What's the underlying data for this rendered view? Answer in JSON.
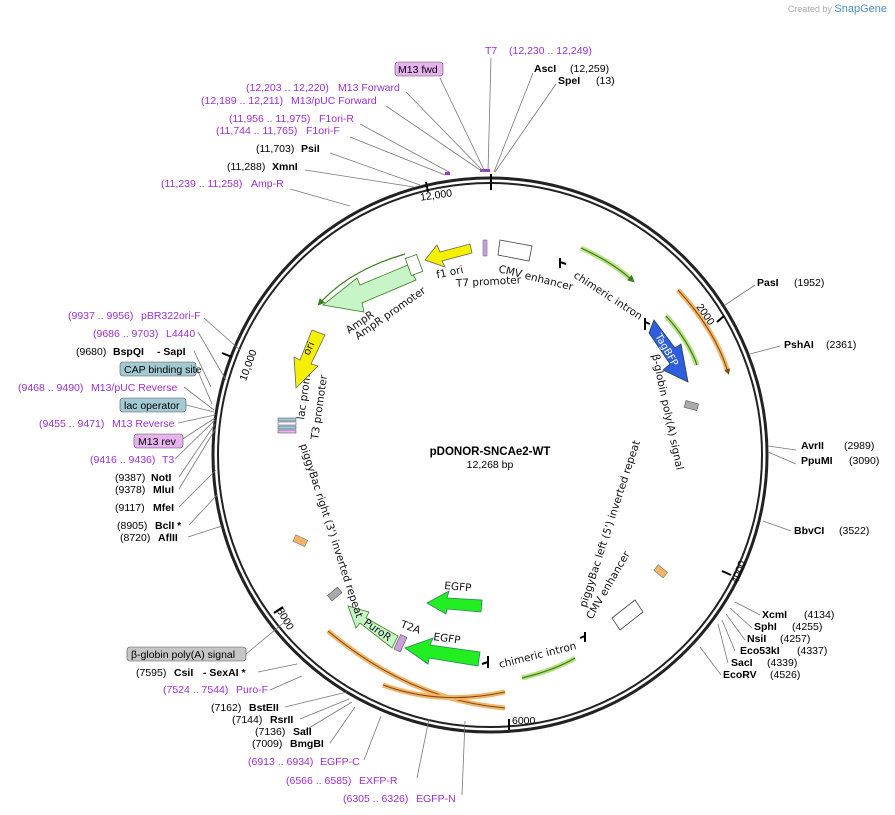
{
  "logo": {
    "created_by": "Created by",
    "brand": "SnapGene"
  },
  "plasmid": {
    "name": "pDONOR-SNCAe2-WT",
    "size": "12,268 bp"
  },
  "ticks": [
    "2000",
    "4000",
    "6000",
    "8000",
    "10,000",
    "12,000"
  ],
  "features": {
    "f1_ori": "f1 ori",
    "cmv_enhancer_top": "CMV enhancer",
    "t7_promoter": "T7 promoter",
    "chimeric_intron_top": "chimeric intron",
    "tagbfp": "TagBFP",
    "bglobin_polya": "β-globin poly(A) signal",
    "ampr": "AmpR",
    "ampr_promoter": "AmpR promoter",
    "ori": "ori",
    "lac_promoter": "lac promoter",
    "t3_promoter": "T3 promoter",
    "pb_right": "piggyBac right (3') inverted repeat",
    "pb_left": "piggyBac left (5') inverted repeat",
    "cmv_enhancer_bottom": "CMV enhancer",
    "egfp_outer": "EGFP",
    "egfp_inner": "EGFP",
    "t2a": "T2A",
    "puror": "PuroR",
    "chimeric_intron_bottom": "chimeric intron"
  },
  "sites": {
    "t7": {
      "name": "T7",
      "pos": "(12,230 .. 12,249)"
    },
    "m13fwd": {
      "name": "M13 fwd"
    },
    "m13forward": {
      "pos": "(12,203 .. 12,220)",
      "name": "M13 Forward"
    },
    "m13puc_fwd": {
      "pos": "(12,189 .. 12,211)",
      "name": "M13/pUC Forward"
    },
    "f1ori_r": {
      "pos": "(11,956 .. 11,975)",
      "name": "F1ori-R"
    },
    "f1ori_f": {
      "pos": "(11,744 .. 11,765)",
      "name": "F1ori-F"
    },
    "psii": {
      "pos": "(11,703)",
      "name": "PsiI"
    },
    "xmni": {
      "pos": "(11,288)",
      "name": "XmnI"
    },
    "ampr": {
      "pos": "(11,239 .. 11,258)",
      "name": "Amp-R"
    },
    "asci": {
      "name": "AscI",
      "pos": "(12,259)"
    },
    "spei": {
      "name": "SpeI",
      "pos": "(13)"
    },
    "pasi": {
      "name": "PasI",
      "pos": "(1952)"
    },
    "pshai": {
      "name": "PshAI",
      "pos": "(2361)"
    },
    "avrii": {
      "name": "AvrII",
      "pos": "(2989)"
    },
    "ppumi": {
      "name": "PpuMI",
      "pos": "(3090)"
    },
    "bbvci": {
      "name": "BbvCI",
      "pos": "(3522)"
    },
    "xcmi": {
      "name": "XcmI",
      "pos": "(4134)"
    },
    "sphi": {
      "name": "SphI",
      "pos": "(4255)"
    },
    "nsii": {
      "name": "NsiI",
      "pos": "(4257)"
    },
    "eco53ki": {
      "name": "Eco53kI",
      "pos": "(4337)"
    },
    "saci": {
      "name": "SacI",
      "pos": "(4339)"
    },
    "ecorv": {
      "name": "EcoRV",
      "pos": "(4526)"
    },
    "pbr322": {
      "pos": "(9937 .. 9956)",
      "name": "pBR322ori-F"
    },
    "l4440": {
      "pos": "(9686 .. 9703)",
      "name": "L4440"
    },
    "bspqi": {
      "pos": "(9680)",
      "name": "BspQI",
      "extra": "- SapI"
    },
    "cap": {
      "name": "CAP binding site"
    },
    "m13puc_rev": {
      "pos": "(9468 .. 9490)",
      "name": "M13/pUC Reverse"
    },
    "lacop": {
      "name": "lac operator"
    },
    "m13reverse": {
      "pos": "(9455 .. 9471)",
      "name": "M13 Reverse"
    },
    "m13rev": {
      "name": "M13 rev"
    },
    "t3": {
      "pos": "(9416 .. 9436)",
      "name": "T3"
    },
    "noti": {
      "pos": "(9387)",
      "name": "NotI"
    },
    "mlui": {
      "pos": "(9378)",
      "name": "MluI"
    },
    "mfei": {
      "pos": "(9117)",
      "name": "MfeI"
    },
    "bcli": {
      "pos": "(8905)",
      "name": "BclI *"
    },
    "aflii": {
      "pos": "(8720)",
      "name": "AflII"
    },
    "bglobin": {
      "name": "β-globin poly(A) signal"
    },
    "csii": {
      "pos": "(7595)",
      "name": "CsiI",
      "extra": "- SexAI *"
    },
    "purof": {
      "pos": "(7524 .. 7544)",
      "name": "Puro-F"
    },
    "bsteii": {
      "pos": "(7162)",
      "name": "BstEII"
    },
    "rsrii": {
      "pos": "(7144)",
      "name": "RsrII"
    },
    "sali": {
      "pos": "(7136)",
      "name": "SalI"
    },
    "bmgbi": {
      "pos": "(7009)",
      "name": "BmgBI"
    },
    "egfpc": {
      "pos": "(6913 .. 6934)",
      "name": "EGFP-C"
    },
    "exfpr": {
      "pos": "(6566 .. 6585)",
      "name": "EXFP-R"
    },
    "egfpn": {
      "pos": "(6305 .. 6326)",
      "name": "EGFP-N"
    }
  },
  "colors": {
    "purple": "#9b2fd0",
    "yellow": "#f5ef00",
    "ampr_green": "#c8f5c8",
    "egfp_green": "#22ee22",
    "tagbfp_blue": "#2e5de0",
    "orange": "#f3b469",
    "cap_box": "#a3c9d2",
    "m13_box": "#e6b3ee"
  }
}
